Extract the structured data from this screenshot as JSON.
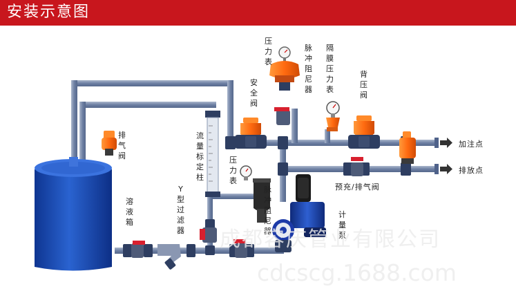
{
  "header": {
    "title": "安装示意图"
  },
  "labels": {
    "pressure_gauge_top": "压力表",
    "pulse_damper_top": "脉冲阻尼器",
    "diaphragm_gauge": "隔膜压力表",
    "back_pressure_valve": "背压阀",
    "safety_valve": "安全阀",
    "exhaust_valve": "排气阀",
    "flow_calibration_column": "流量标定柱",
    "pressure_gauge_low": "压力表",
    "pulse_damper_low": "脉冲阻尼器",
    "y_strainer": "Y型过滤器",
    "dissolving_tank": "溶液箱",
    "dosing_point": "加注点",
    "drain_point": "排放点",
    "prime_vent_valve": "预充/排气阀",
    "metering_pump": "计量泵"
  },
  "watermark": {
    "company": "成都容庆管业有限公司",
    "site": "cdcscg.1688.com"
  },
  "colors": {
    "header": "#c8161d",
    "pipe": "#7d8fae",
    "tank": "#1c4bb0",
    "valve": "#ff7a1a",
    "red_handle": "#d8202e"
  }
}
